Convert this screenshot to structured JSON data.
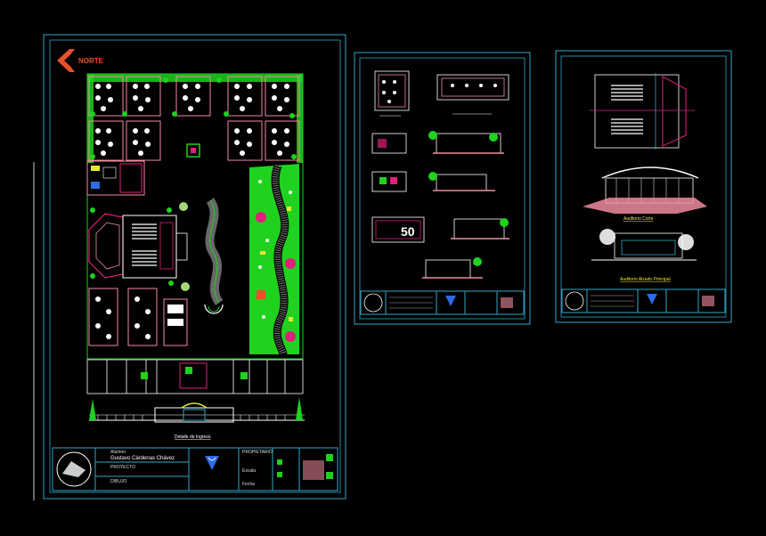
{
  "north_label": "NORTE",
  "sheet1": {
    "entrance_caption": "Detalle de Ingreso",
    "titleblock": {
      "owner_label": "Alumno",
      "owner_value": "Gustavo Cárdenas Chávez",
      "project_label": "PROYECTO",
      "drawing_label": "DIBUJO",
      "right_label": "PROPIETARIO",
      "scale_label": "Escala",
      "date_label": "Fecha"
    }
  },
  "sheet2": {
    "stamp": "50"
  },
  "sheet3": {
    "elevation1_caption": "Auditorio Corte",
    "elevation2_caption": "Auditorio Alzado Principal"
  },
  "colors": {
    "frame": "#2fa8c8",
    "green": "#1ed21e",
    "magenta": "#e0207a",
    "pink": "#f08ca0",
    "orange": "#e8502a"
  }
}
